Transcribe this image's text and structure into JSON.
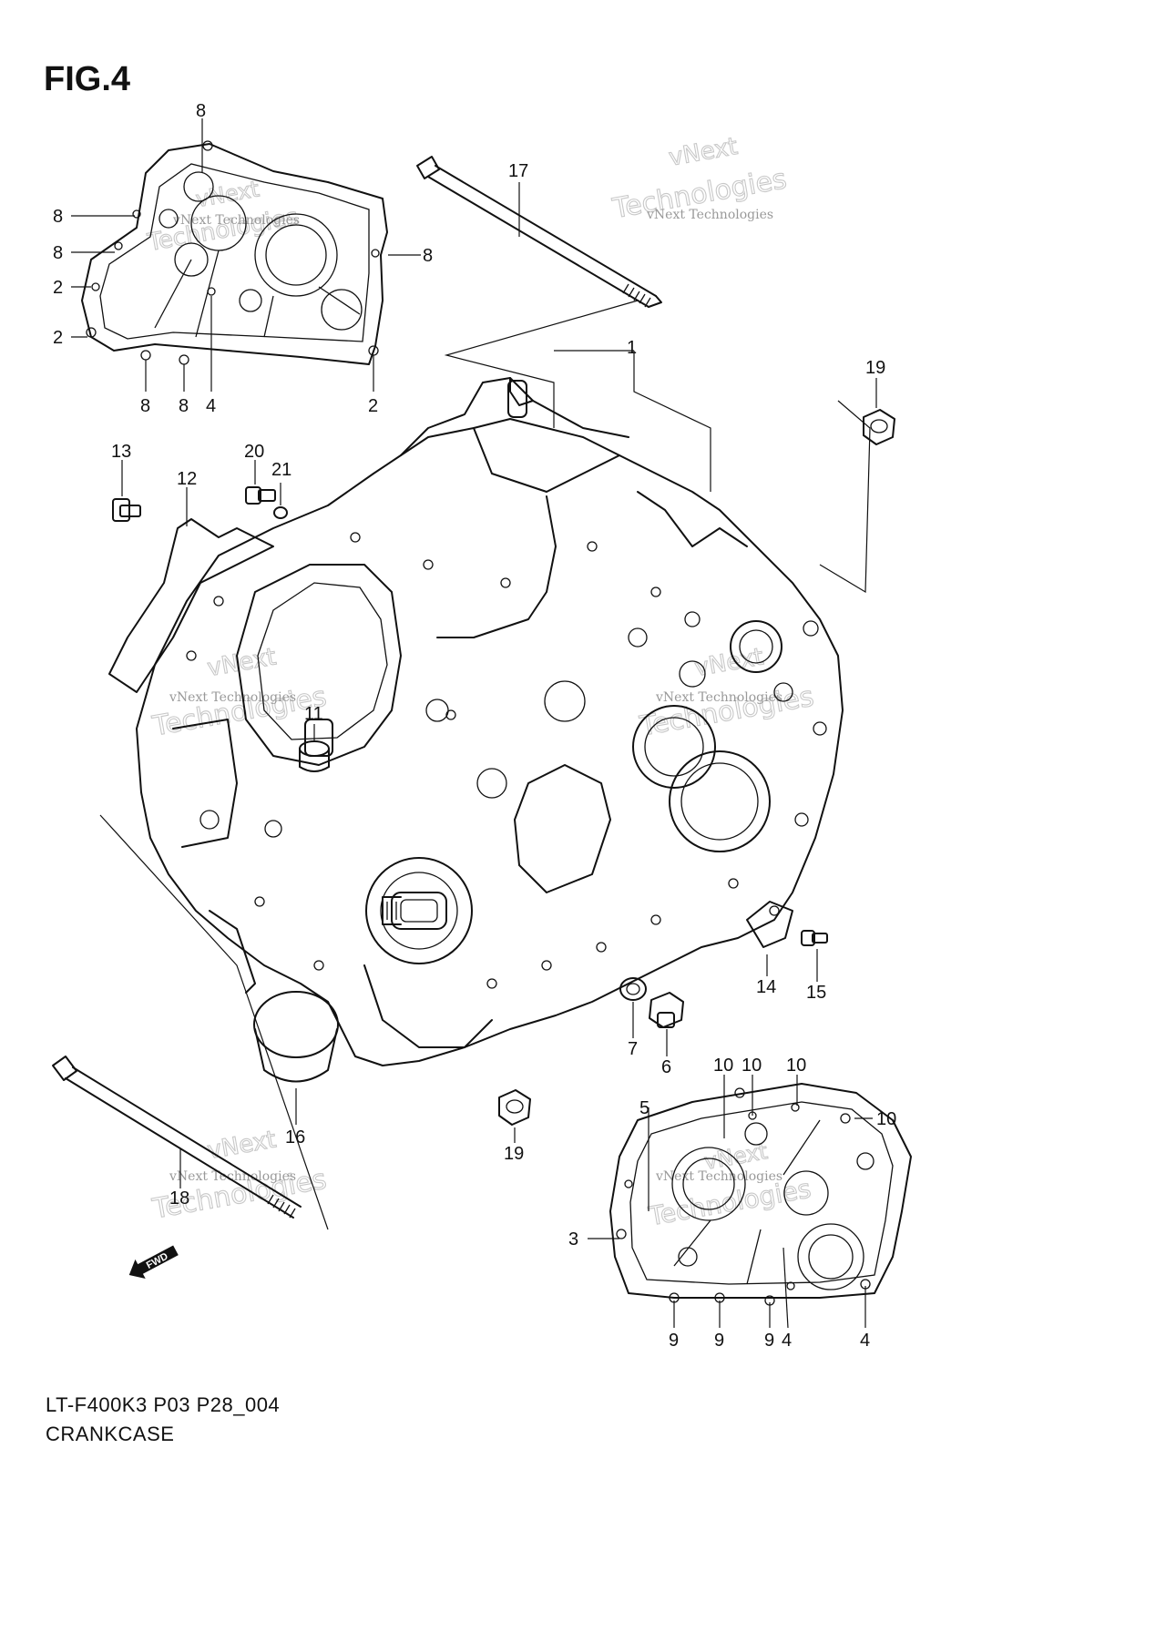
{
  "figure": {
    "title": "FIG.4",
    "code": "LT-F400K3 P03 P28_004",
    "name": "CRANKCASE"
  },
  "fwd_arrow": {
    "label": "FWD"
  },
  "watermark": {
    "line1": "vNext Technologies",
    "outline1": "vNext",
    "outline2": "Technologies"
  },
  "callouts": [
    "8",
    "8",
    "8",
    "8",
    "2",
    "2",
    "8",
    "8",
    "4",
    "2",
    "17",
    "1",
    "19",
    "13",
    "12",
    "20",
    "21",
    "11",
    "14",
    "15",
    "7",
    "6",
    "16",
    "19",
    "18",
    "5",
    "10",
    "10",
    "10",
    "10",
    "3",
    "9",
    "9",
    "9",
    "4",
    "4"
  ]
}
